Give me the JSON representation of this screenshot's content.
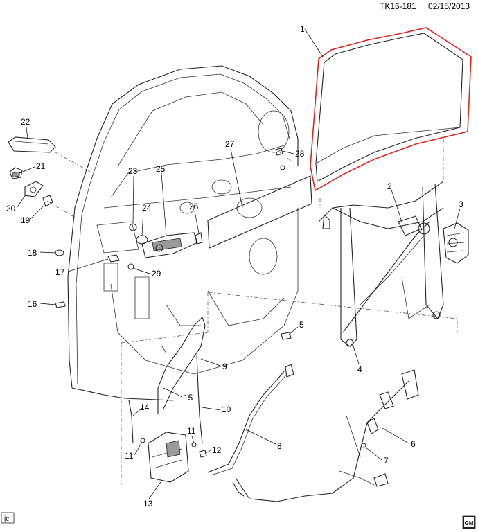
{
  "header": {
    "figure_code": "TK16-181",
    "date": "02/15/2013"
  },
  "footer": {
    "initials": "jc",
    "logo_text": "GM"
  },
  "callouts": [
    {
      "id": "c1",
      "label": "1"
    },
    {
      "id": "c2",
      "label": "2"
    },
    {
      "id": "c3",
      "label": "3"
    },
    {
      "id": "c4",
      "label": "4"
    },
    {
      "id": "c5",
      "label": "5"
    },
    {
      "id": "c6",
      "label": "6"
    },
    {
      "id": "c7",
      "label": "7"
    },
    {
      "id": "c8",
      "label": "8"
    },
    {
      "id": "c9",
      "label": "9"
    },
    {
      "id": "c10",
      "label": "10"
    },
    {
      "id": "c11a",
      "label": "11"
    },
    {
      "id": "c11b",
      "label": "11"
    },
    {
      "id": "c12",
      "label": "12"
    },
    {
      "id": "c13",
      "label": "13"
    },
    {
      "id": "c14",
      "label": "14"
    },
    {
      "id": "c15",
      "label": "15"
    },
    {
      "id": "c16",
      "label": "16"
    },
    {
      "id": "c17",
      "label": "17"
    },
    {
      "id": "c18",
      "label": "18"
    },
    {
      "id": "c19",
      "label": "19"
    },
    {
      "id": "c20",
      "label": "20"
    },
    {
      "id": "c21",
      "label": "21"
    },
    {
      "id": "c22",
      "label": "22"
    },
    {
      "id": "c23",
      "label": "23"
    },
    {
      "id": "c24",
      "label": "24"
    },
    {
      "id": "c25",
      "label": "25"
    },
    {
      "id": "c26",
      "label": "26"
    },
    {
      "id": "c27",
      "label": "27"
    },
    {
      "id": "c28",
      "label": "28"
    },
    {
      "id": "c29",
      "label": "29"
    }
  ],
  "highlight_color": "#e0241b"
}
